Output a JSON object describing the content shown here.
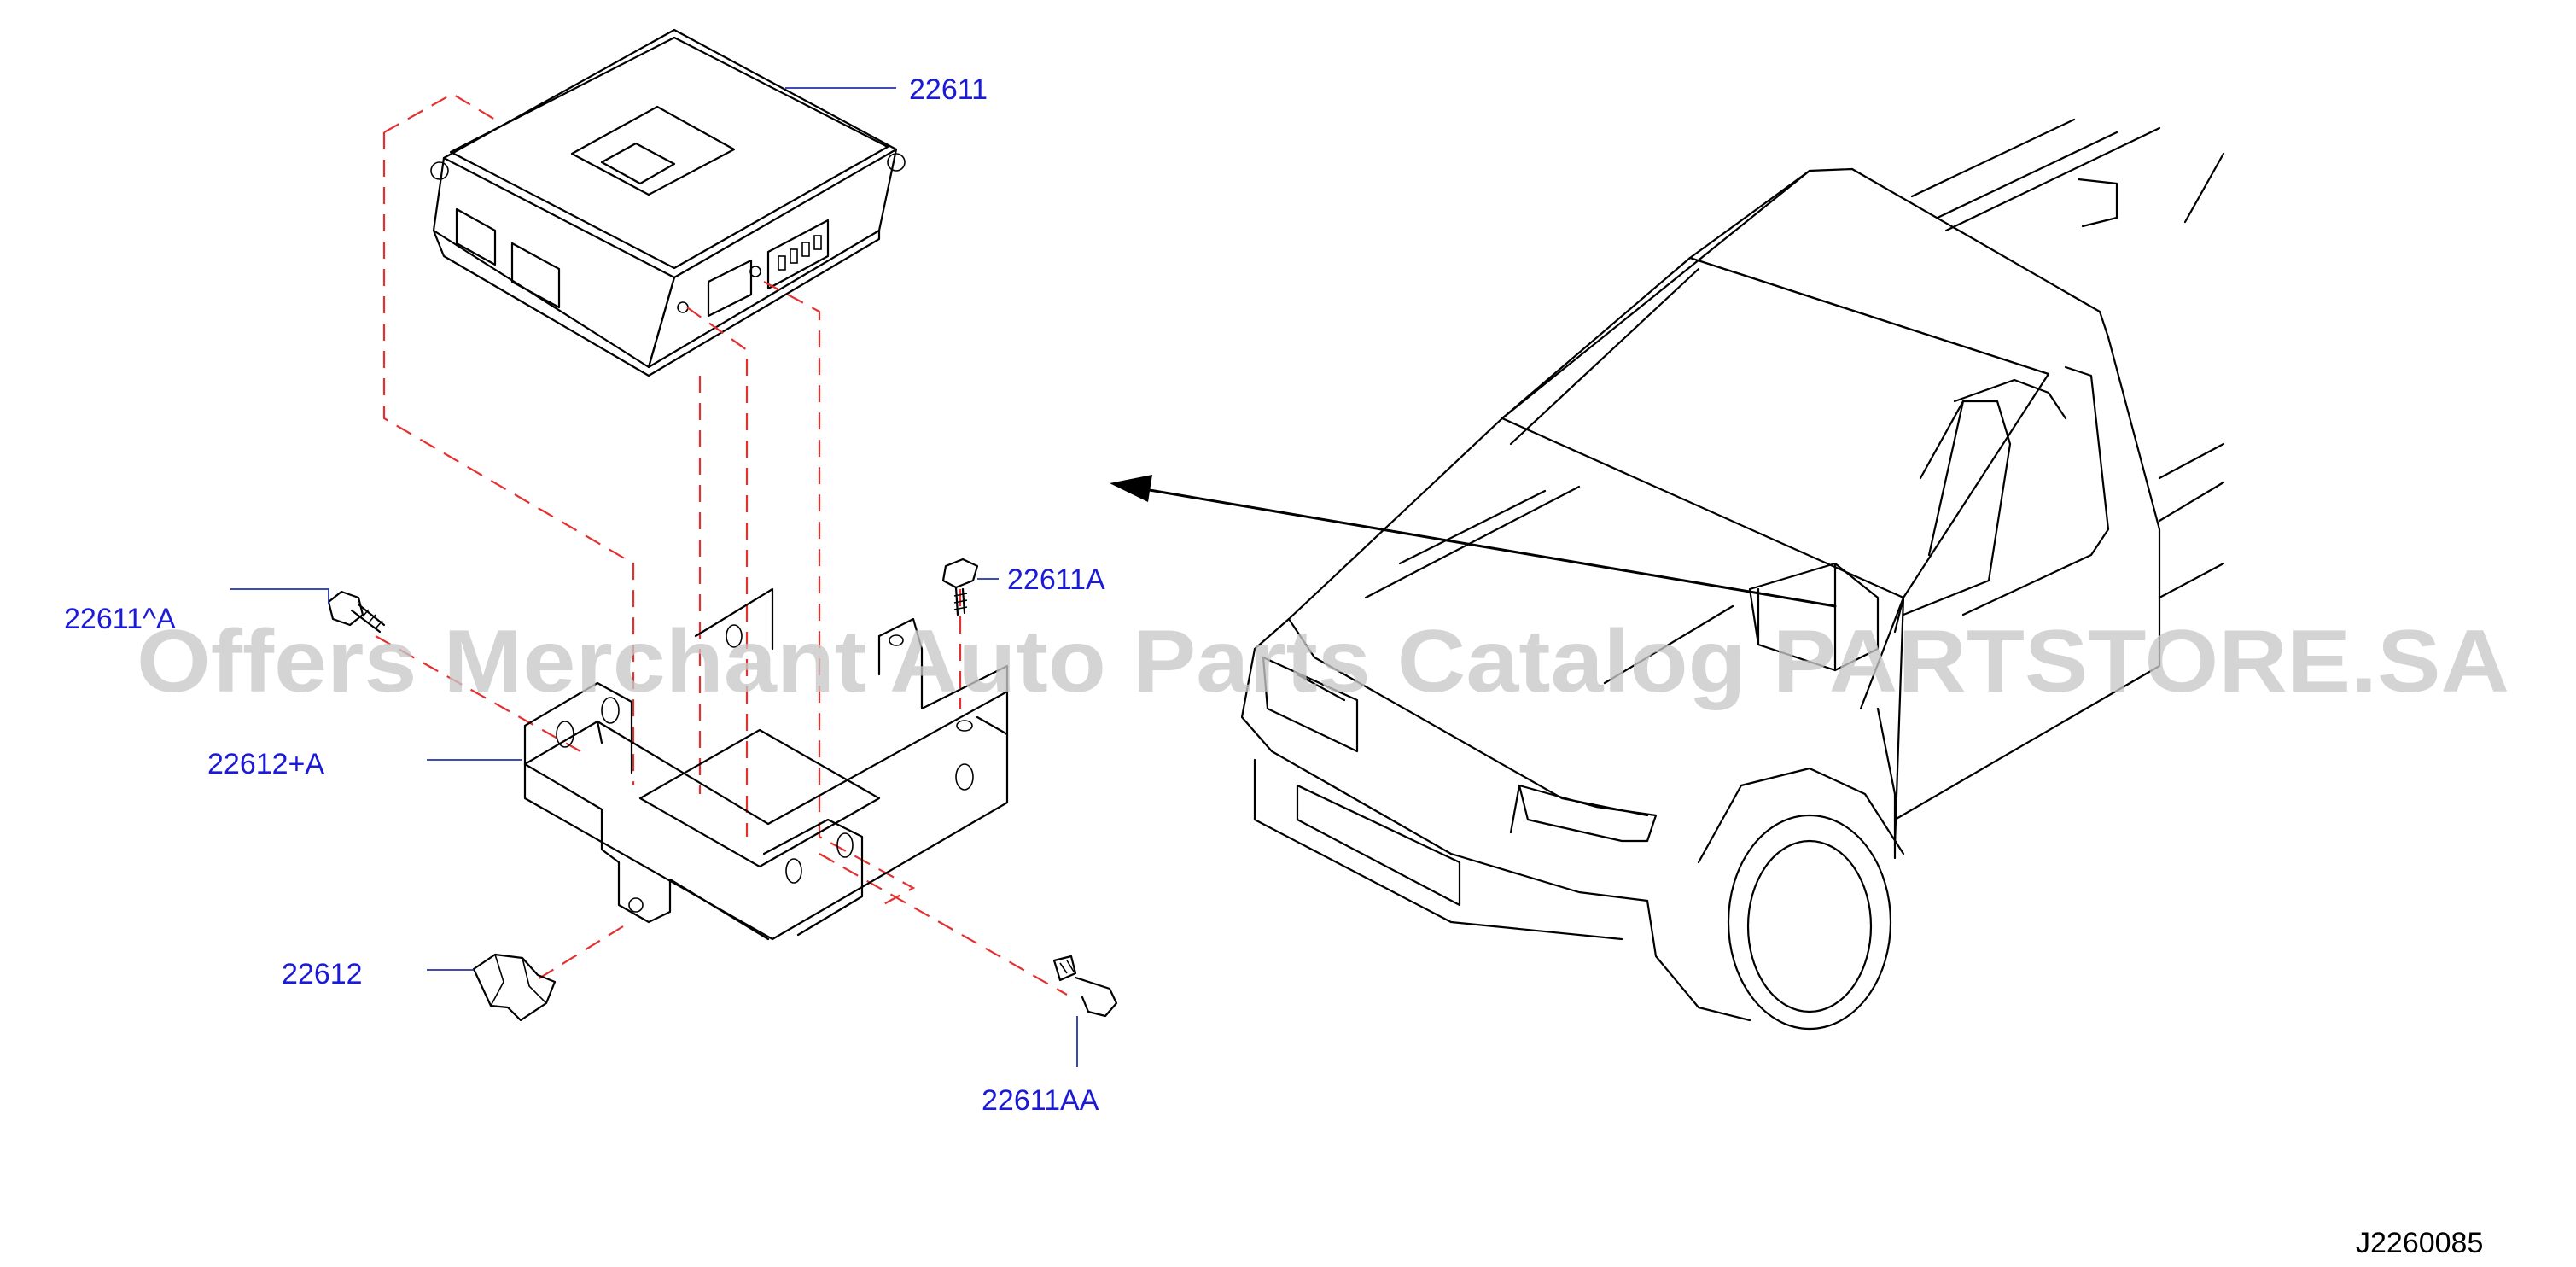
{
  "labels": {
    "p22611": "22611",
    "p22611A": "22611A",
    "p22611hatA": "22611^A",
    "p22612plusA": "22612+A",
    "p22612": "22612",
    "p22611AA": "22611AA"
  },
  "diagram_code": "J2260085",
  "watermark": "Offers Merchant Auto Parts Catalog PARTSTORE.SA",
  "colors": {
    "label": "#1a1ad8",
    "dashed_lines": "#e53030",
    "drawing": "#000000",
    "watermark": "#c8c8c8"
  }
}
